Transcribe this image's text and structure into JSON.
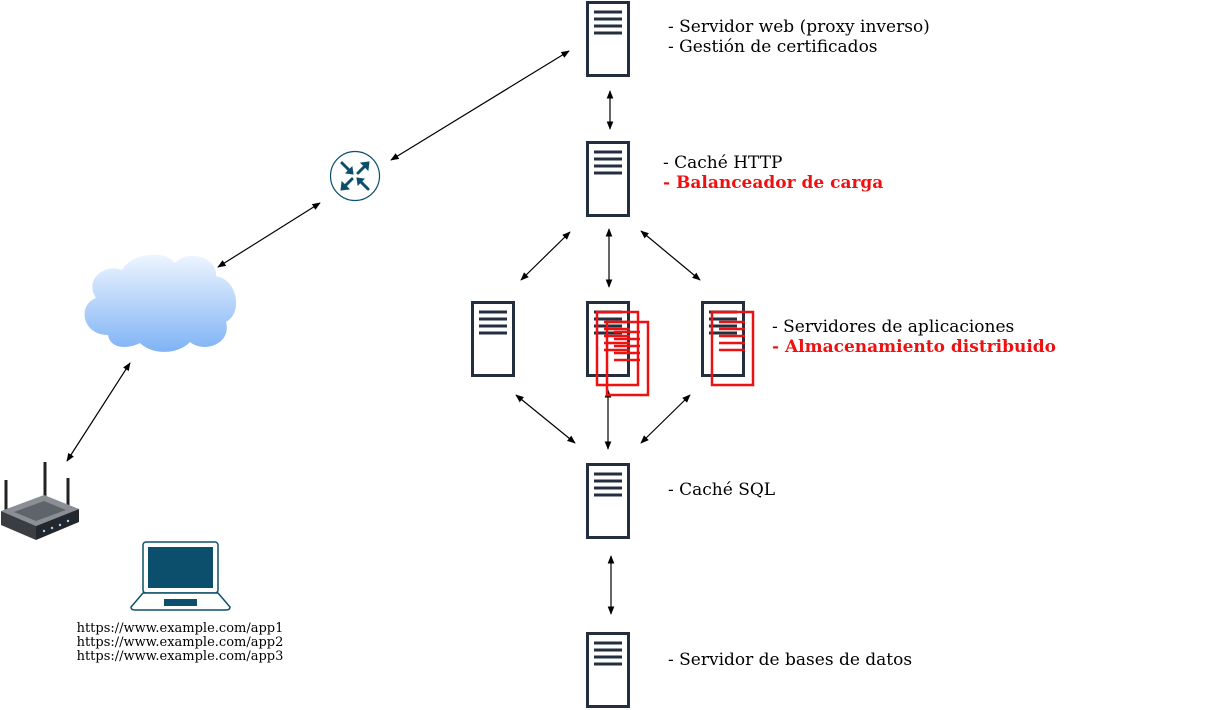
{
  "colors": {
    "server_stroke": "#232f3e",
    "highlight": "#ee1111",
    "router": "#0b4f6c",
    "cloud_top": "#e8f1ff",
    "cloud_bottom": "#7fb3f5",
    "laptop": "#0b4f6c"
  },
  "icons": {
    "server": "server-icon",
    "router": "router-icon",
    "cloud": "cloud-icon",
    "wifi_router": "wifi-router-icon",
    "laptop": "laptop-icon",
    "document": "document-icon"
  },
  "nodes": {
    "web_server": {
      "lines": [
        "- Servidor web (proxy inverso)",
        "- Gestión de certificados"
      ]
    },
    "http_cache": {
      "line1": "- Caché HTTP",
      "line2_highlight": "- Balanceador de carga"
    },
    "app_servers": {
      "line1": "- Servidores de aplicaciones",
      "line2_highlight": "- Almacenamiento distribuido"
    },
    "sql_cache": {
      "line1": "- Caché SQL"
    },
    "database_server": {
      "line1": "- Servidor de bases de datos"
    },
    "client": {
      "urls": [
        "https://www.example.com/app1",
        "https://www.example.com/app2",
        "https://www.example.com/app3"
      ]
    }
  }
}
